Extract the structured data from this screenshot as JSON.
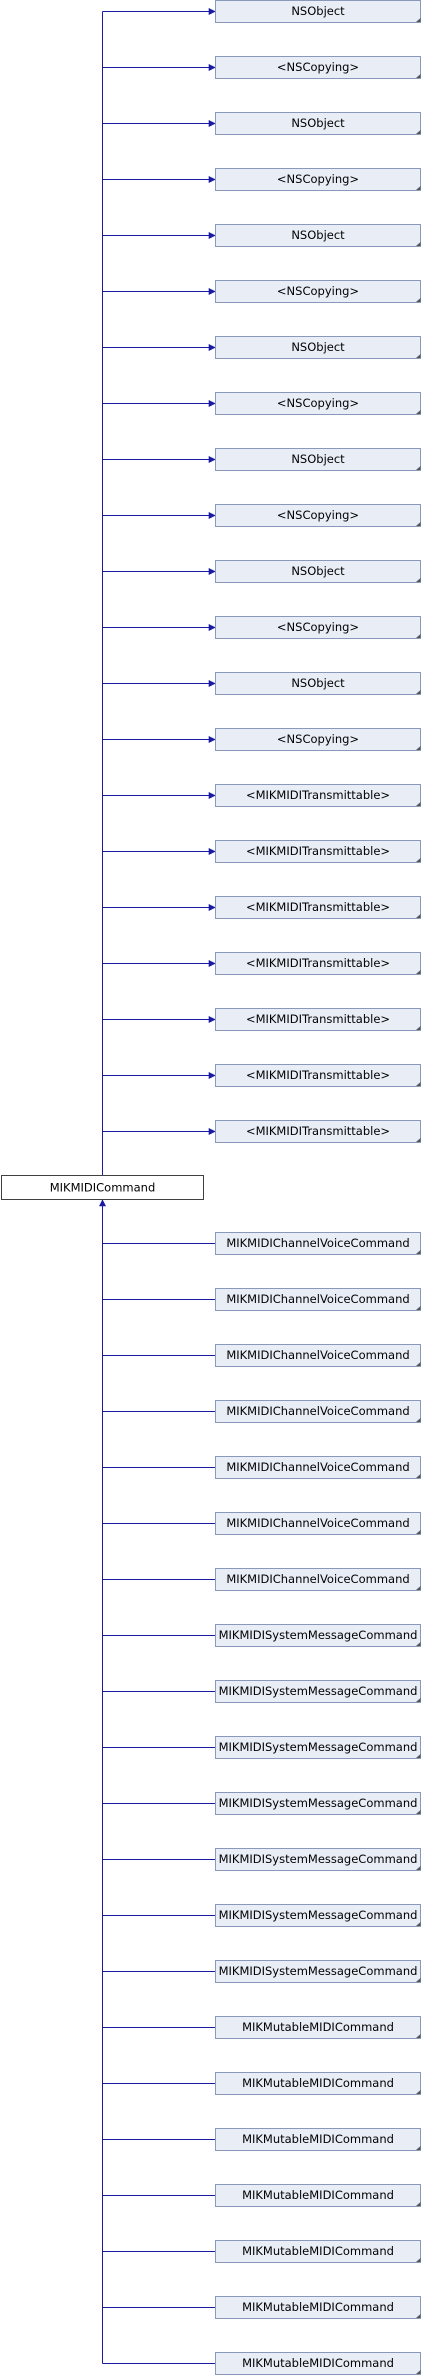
{
  "diagram": {
    "root": {
      "label": "MIKMIDICommand"
    },
    "parents": [
      {
        "label": "NSObject"
      },
      {
        "label": "<NSCopying>"
      },
      {
        "label": "NSObject"
      },
      {
        "label": "<NSCopying>"
      },
      {
        "label": "NSObject"
      },
      {
        "label": "<NSCopying>"
      },
      {
        "label": "NSObject"
      },
      {
        "label": "<NSCopying>"
      },
      {
        "label": "NSObject"
      },
      {
        "label": "<NSCopying>"
      },
      {
        "label": "NSObject"
      },
      {
        "label": "<NSCopying>"
      },
      {
        "label": "NSObject"
      },
      {
        "label": "<NSCopying>"
      },
      {
        "label": "<MIKMIDITransmittable>"
      },
      {
        "label": "<MIKMIDITransmittable>"
      },
      {
        "label": "<MIKMIDITransmittable>"
      },
      {
        "label": "<MIKMIDITransmittable>"
      },
      {
        "label": "<MIKMIDITransmittable>"
      },
      {
        "label": "<MIKMIDITransmittable>"
      },
      {
        "label": "<MIKMIDITransmittable>"
      }
    ],
    "children": [
      {
        "label": "MIKMIDIChannelVoiceCommand"
      },
      {
        "label": "MIKMIDIChannelVoiceCommand"
      },
      {
        "label": "MIKMIDIChannelVoiceCommand"
      },
      {
        "label": "MIKMIDIChannelVoiceCommand"
      },
      {
        "label": "MIKMIDIChannelVoiceCommand"
      },
      {
        "label": "MIKMIDIChannelVoiceCommand"
      },
      {
        "label": "MIKMIDIChannelVoiceCommand"
      },
      {
        "label": "MIKMIDISystemMessageCommand"
      },
      {
        "label": "MIKMIDISystemMessageCommand"
      },
      {
        "label": "MIKMIDISystemMessageCommand"
      },
      {
        "label": "MIKMIDISystemMessageCommand"
      },
      {
        "label": "MIKMIDISystemMessageCommand"
      },
      {
        "label": "MIKMIDISystemMessageCommand"
      },
      {
        "label": "MIKMIDISystemMessageCommand"
      },
      {
        "label": "MIKMutableMIDICommand"
      },
      {
        "label": "MIKMutableMIDICommand"
      },
      {
        "label": "MIKMutableMIDICommand"
      },
      {
        "label": "MIKMutableMIDICommand"
      },
      {
        "label": "MIKMutableMIDICommand"
      },
      {
        "label": "MIKMutableMIDICommand"
      },
      {
        "label": "MIKMutableMIDICommand"
      }
    ]
  },
  "colors": {
    "edge": "#1a1aa6",
    "node_fill": "#e8edf6",
    "node_border": "#8899bb",
    "root_fill": "#ffffff",
    "root_border": "#404040"
  }
}
